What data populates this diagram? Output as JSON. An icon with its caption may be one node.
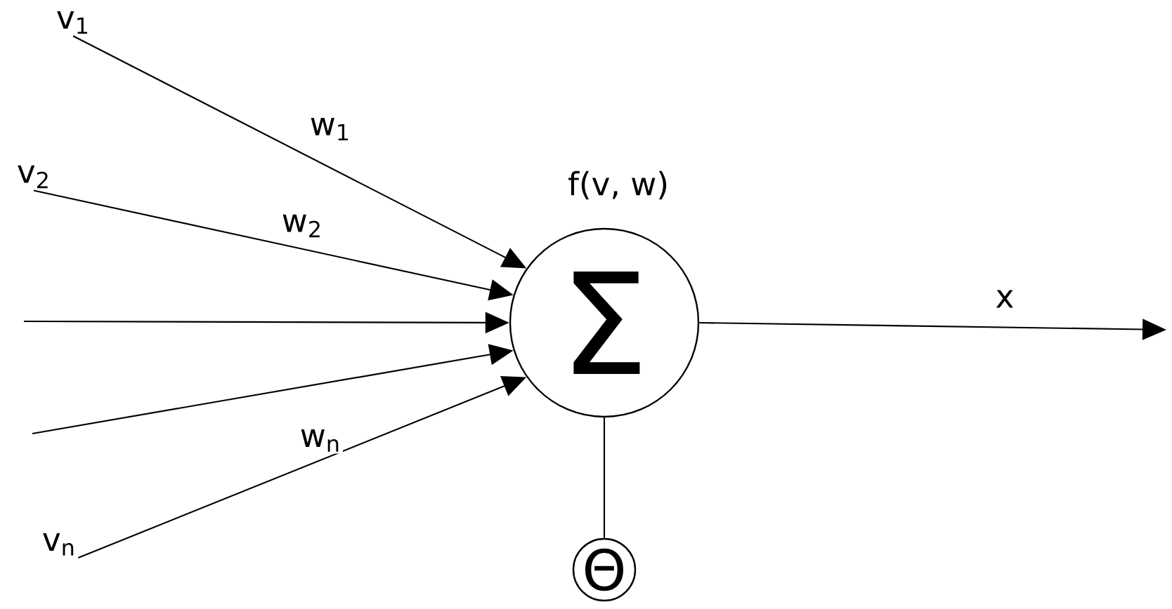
{
  "diagram": {
    "nodes": [
      {
        "text": [
          "Σ"
        ],
        "beside": [
          "f(v, w)"
        ]
      },
      {
        "text": [
          "Θ"
        ]
      },
      {
        "text": [
          "v$_{1}$"
        ]
      },
      {
        "text": [
          "v$_{2}$"
        ]
      },
      {
        "text": [
          "v$_{n}$"
        ]
      }
    ],
    "edges": [
      {
        "from": 2,
        "to": 0,
        "arrow": "to",
        "label": "w$_{1}$"
      },
      {
        "from": 3,
        "to": 0,
        "arrow": "to",
        "label": "w$_{2}$"
      },
      {
        "from": null,
        "to": 0,
        "arrow": "to"
      },
      {
        "from": null,
        "to": 0,
        "arrow": "to"
      },
      {
        "from": 4,
        "to": 0,
        "arrow": "to",
        "label": "w$_{n}$"
      },
      {
        "from": 0,
        "to": null,
        "arrow": "to",
        "label": "x"
      },
      {
        "from": 0,
        "to": 1,
        "arrow": "none"
      }
    ]
  }
}
